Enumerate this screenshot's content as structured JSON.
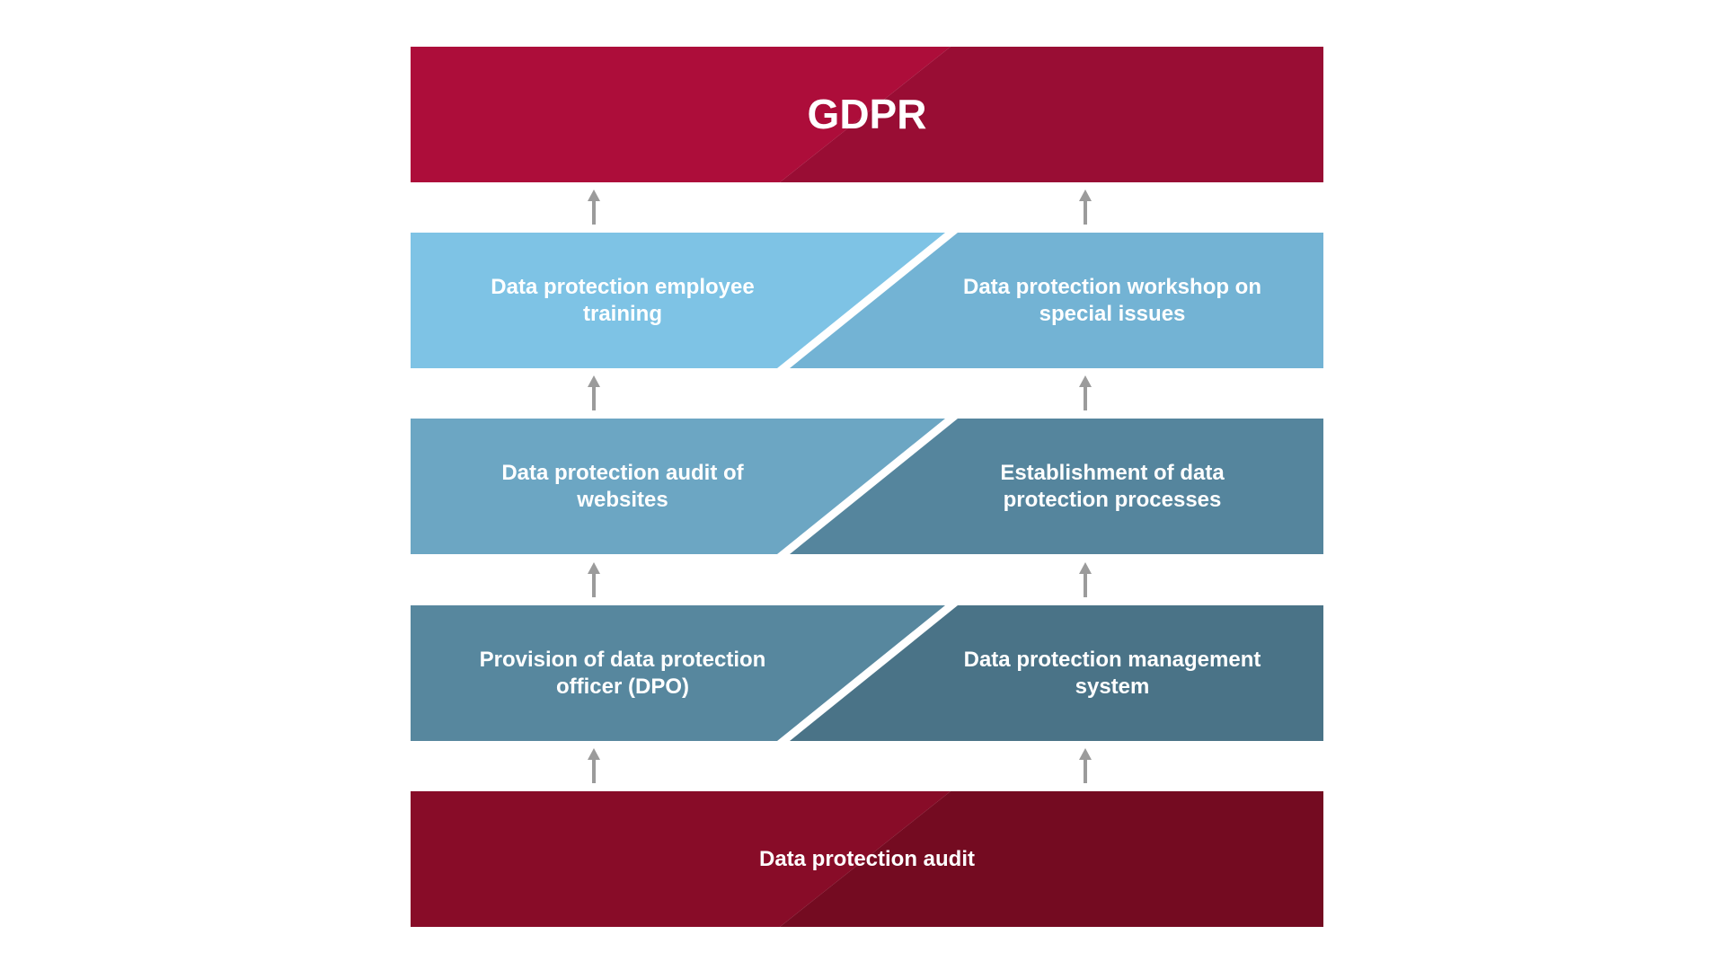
{
  "diagram": {
    "title": "GDPR",
    "foundation": "Data protection audit",
    "layers": [
      {
        "left": "Data protection employee training",
        "right": "Data protection workshop on special issues",
        "left_color": "#7EC3E5",
        "right_color": "#73B3D4"
      },
      {
        "left": "Data protection audit of websites",
        "right": "Establishment of data protection processes",
        "left_color": "#6CA6C3",
        "right_color": "#55859D"
      },
      {
        "left": "Provision of data protection officer (DPO)",
        "right": "Data protection management system",
        "left_color": "#57879E",
        "right_color": "#4A7387"
      }
    ]
  },
  "colors": {
    "top_left": "#AD0D3A",
    "top_right": "#990D34",
    "bottom_left": "#880C28",
    "bottom_right": "#740B21",
    "arrow": "#9B9B9B",
    "separator": "#FFFFFF"
  },
  "icons": {
    "arrow": "arrow-up-icon"
  }
}
